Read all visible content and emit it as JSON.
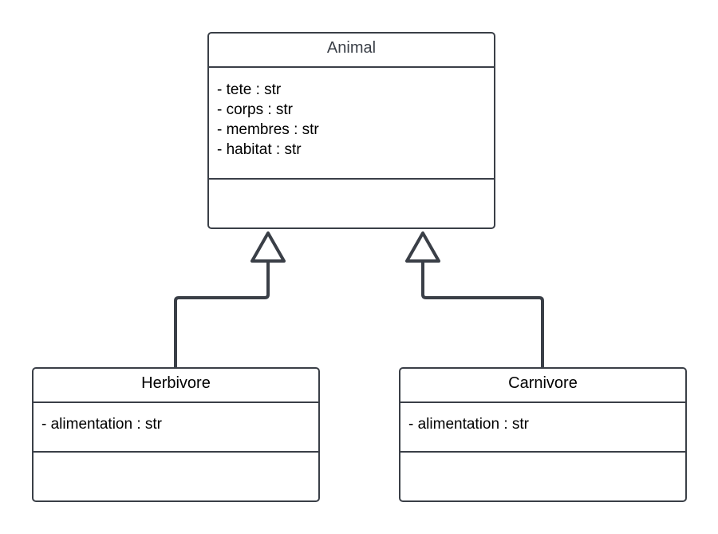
{
  "diagram": {
    "type": "uml-class-diagram",
    "colors": {
      "stroke": "#3a3f47",
      "fill": "#ffffff",
      "text": "#000000",
      "title_parent": "#3a3f47"
    },
    "classes": {
      "animal": {
        "name": "Animal",
        "attributes": [
          "- tete : str",
          "- corps : str",
          "- membres : str",
          "- habitat : str"
        ],
        "methods": []
      },
      "herbivore": {
        "name": "Herbivore",
        "attributes": [
          "- alimentation : str"
        ],
        "methods": []
      },
      "carnivore": {
        "name": "Carnivore",
        "attributes": [
          "- alimentation : str"
        ],
        "methods": []
      }
    },
    "relations": [
      {
        "type": "inheritance",
        "from": "Herbivore",
        "to": "Animal"
      },
      {
        "type": "inheritance",
        "from": "Carnivore",
        "to": "Animal"
      }
    ]
  }
}
